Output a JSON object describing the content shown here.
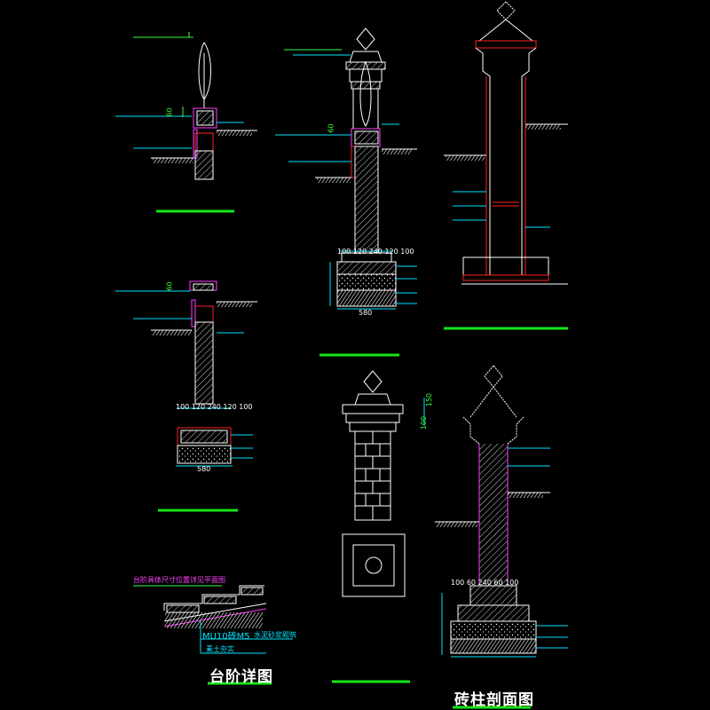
{
  "titles": {
    "step_detail": "台阶详图",
    "pillar_section": "砖柱剖面图"
  },
  "labels": {
    "step_note": "台阶具体尺寸位置详见平面图",
    "brick_mortar": "MU10砖M5",
    "cement_mortar": "水泥砂浆砌筑",
    "soil": "素土夯实",
    "dim_60a": "60",
    "dim_60b": "60",
    "dim_60c": "60",
    "dim_100": "100",
    "dim_150": "150",
    "dim_580a": "580",
    "dim_580b": "580",
    "dim_row_a": "100 120 240 120 100",
    "dim_row_b": "100 120 240 120 100",
    "dim_row_c": "100 60 240 60 100"
  },
  "colors": {
    "background": "#000000",
    "line": "#ffffff",
    "annotation": "#00e5ff",
    "level": "#3cff3c",
    "accent_red": "#ff2020",
    "accent_magenta": "#ff40ff",
    "title_underline": "#17e617"
  }
}
